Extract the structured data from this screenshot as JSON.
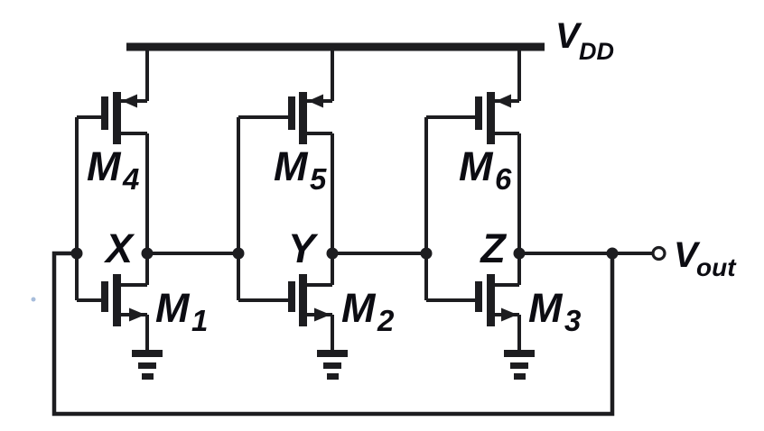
{
  "colors": {
    "wire": "#1d1d20",
    "label": "#0c0c12",
    "background": "#ffffff"
  },
  "power_rail": {
    "base": "V",
    "sub": "DD"
  },
  "output_terminal": {
    "base": "V",
    "sub": "out"
  },
  "stages": [
    {
      "node": "X",
      "pmos_base": "M",
      "pmos_sub": "4",
      "nmos_base": "M",
      "nmos_sub": "1"
    },
    {
      "node": "Y",
      "pmos_base": "M",
      "pmos_sub": "5",
      "nmos_base": "M",
      "nmos_sub": "2"
    },
    {
      "node": "Z",
      "pmos_base": "M",
      "pmos_sub": "6",
      "nmos_base": "M",
      "nmos_sub": "3"
    }
  ]
}
